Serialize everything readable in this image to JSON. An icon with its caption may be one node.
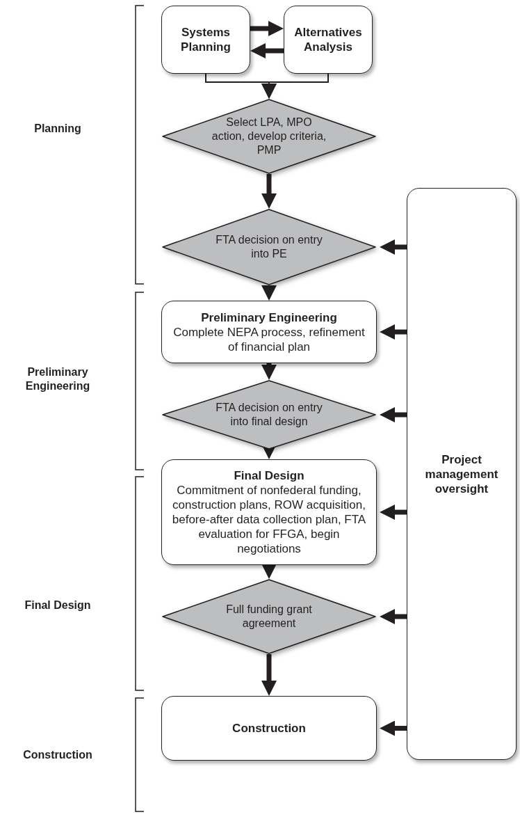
{
  "diagram": {
    "nodes": [
      {
        "text": [
          "Systems Planning"
        ]
      },
      {
        "text": [
          "Alternatives Analysis"
        ]
      },
      {
        "text": [
          "Select LPA, MPO action, develop criteria, PMP"
        ]
      },
      {
        "text": [
          "FTA decision on entry into PE"
        ]
      },
      {
        "text": [
          "Preliminary Engineering",
          "Complete NEPA process, refinement of financial plan"
        ]
      },
      {
        "text": [
          "FTA decision on entry into final design"
        ]
      },
      {
        "text": [
          "Final Design",
          "Commitment of nonfederal funding, construction plans, ROW acquisition, before-after data collection plan, FTA evaluation for FFGA, begin negotiations"
        ]
      },
      {
        "text": [
          "Full funding grant agreement"
        ]
      },
      {
        "text": [
          "Construction"
        ]
      },
      {
        "text": [
          "Project management oversight"
        ]
      }
    ],
    "edges": [
      {
        "from": 0,
        "to": 1,
        "arrow": "to"
      },
      {
        "from": 1,
        "to": 0,
        "arrow": "to"
      },
      {
        "from": 0,
        "to": 2,
        "arrow": "to"
      },
      {
        "from": 1,
        "to": 2,
        "arrow": "to"
      },
      {
        "from": 2,
        "to": 3,
        "arrow": "to"
      },
      {
        "from": 3,
        "to": 4,
        "arrow": "to"
      },
      {
        "from": 4,
        "to": 5,
        "arrow": "to"
      },
      {
        "from": 5,
        "to": 6,
        "arrow": "to"
      },
      {
        "from": 6,
        "to": 7,
        "arrow": "to"
      },
      {
        "from": 7,
        "to": 8,
        "arrow": "to"
      },
      {
        "from": 9,
        "to": 3,
        "arrow": "to"
      },
      {
        "from": 9,
        "to": 4,
        "arrow": "to"
      },
      {
        "from": 9,
        "to": 5,
        "arrow": "to"
      },
      {
        "from": 9,
        "to": 6,
        "arrow": "to"
      },
      {
        "from": 9,
        "to": 7,
        "arrow": "to"
      },
      {
        "from": 9,
        "to": 8,
        "arrow": "to"
      }
    ],
    "labels": [
      "Planning",
      "Preliminary Engineering",
      "Final Design",
      "Construction"
    ]
  }
}
